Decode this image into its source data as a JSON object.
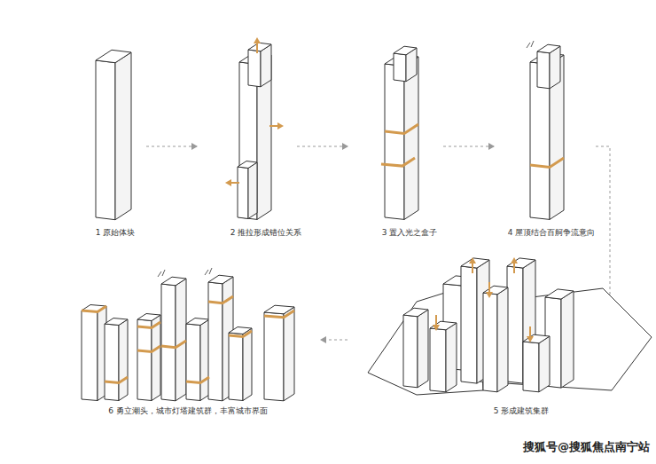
{
  "diagram": {
    "labels": [
      "1 原始体块",
      "2 推拉形成错位关系",
      "3 置入光之盒子",
      "4 屋顶结合百舸争流意向",
      "5 形成建筑集群",
      "6 勇立潮头，城市灯塔建筑群，丰富城市界面",
      "搜狐号@搜狐焦点南宁站"
    ]
  }
}
